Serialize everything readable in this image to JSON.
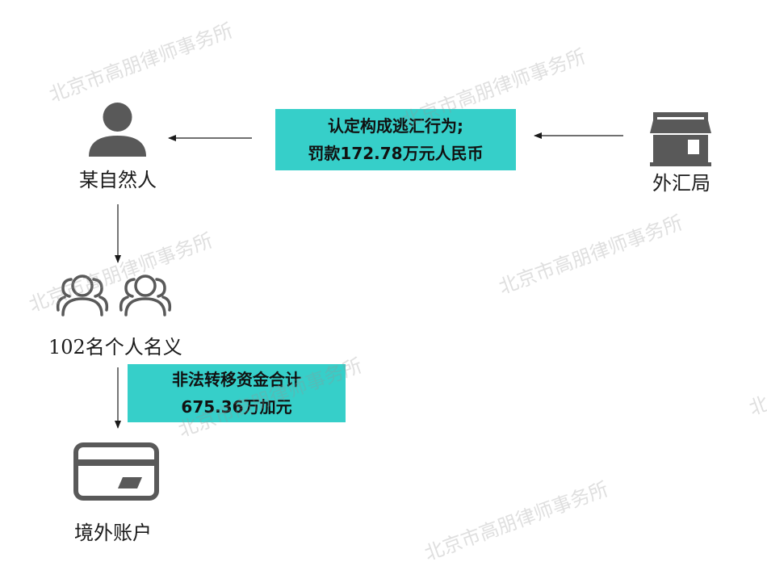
{
  "nodes": {
    "person": "某自然人",
    "forex_bureau": "外汇局",
    "accounts": "102名个人名义",
    "overseas": "境外账户"
  },
  "boxes": {
    "penalty": [
      "认定构成逃汇行为;",
      "罚款172.78万元人民币"
    ],
    "transfer": [
      "非法转移资金合计",
      "675.36万加元"
    ]
  },
  "watermark": "北京市高朋律师事务所",
  "colors": {
    "box_fill": "#36cfc9",
    "icon": "#595959",
    "arrow": "#1a1a1a"
  }
}
